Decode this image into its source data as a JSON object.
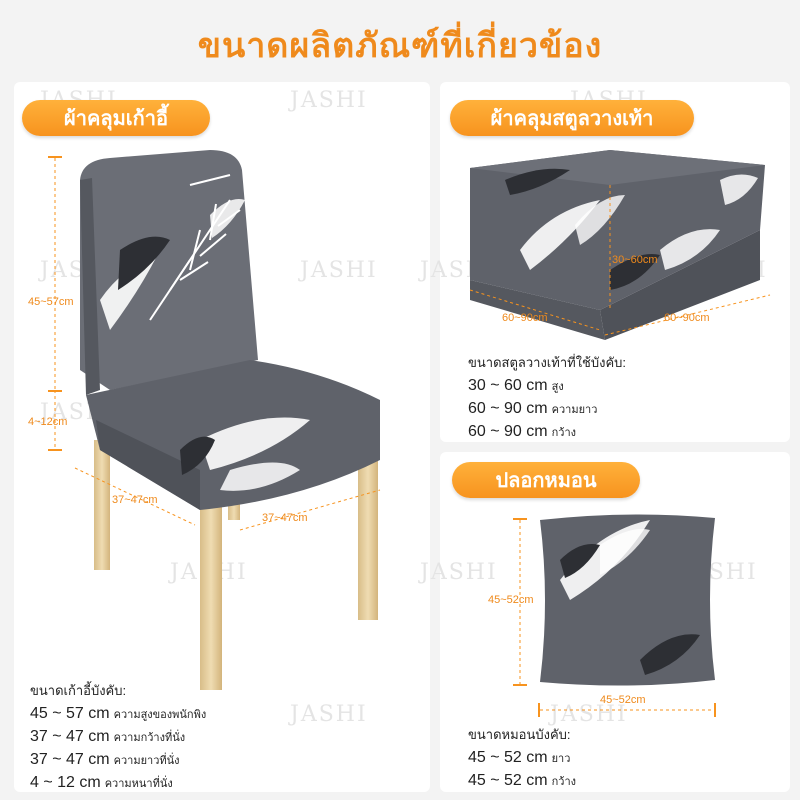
{
  "title": "ขนาดผลิตภัณฑ์ที่เกี่ยวข้อง",
  "watermark": "JASHI",
  "chair": {
    "label": "ผ้าคลุมเก้าอี้",
    "dims": {
      "height": "45~57cm",
      "thickness": "4~12cm",
      "width": "37~47cm",
      "depth": "37~47cm"
    },
    "spec_title": "ขนาดเก้าอี้บังคับ:",
    "specs": [
      {
        "value": "45 ~ 57 cm",
        "desc": "ความสูงของพนักพิง"
      },
      {
        "value": "37 ~ 47 cm",
        "desc": "ความกว้างที่นั่ง"
      },
      {
        "value": "37 ~ 47 cm",
        "desc": "ความยาวที่นั่ง"
      },
      {
        "value": "4 ~ 12 cm",
        "desc": "ความหนาที่นั่ง"
      }
    ]
  },
  "ottoman": {
    "label": "ผ้าคลุมสตูลวางเท้า",
    "dims": {
      "height": "30~60cm",
      "length": "60~90cm",
      "width": "60~90cm"
    },
    "spec_title": "ขนาดสตูลวางเท้าที่ใช้บังคับ:",
    "specs": [
      {
        "value": "30 ~ 60 cm",
        "desc": "สูง"
      },
      {
        "value": "60 ~ 90 cm",
        "desc": "ความยาว"
      },
      {
        "value": "60 ~ 90 cm",
        "desc": "กว้าง"
      }
    ]
  },
  "pillow": {
    "label": "ปลอกหมอน",
    "dims": {
      "height": "45~52cm",
      "width": "45~52cm"
    },
    "spec_title": "ขนาดหมอนบังคับ:",
    "specs": [
      {
        "value": "45 ~ 52 cm",
        "desc": "ยาว"
      },
      {
        "value": "45 ~ 52 cm",
        "desc": "กว้าง"
      }
    ]
  },
  "colors": {
    "accent": "#f7931e",
    "fabric": "#5d6068",
    "wood": "#e6cf9e"
  }
}
